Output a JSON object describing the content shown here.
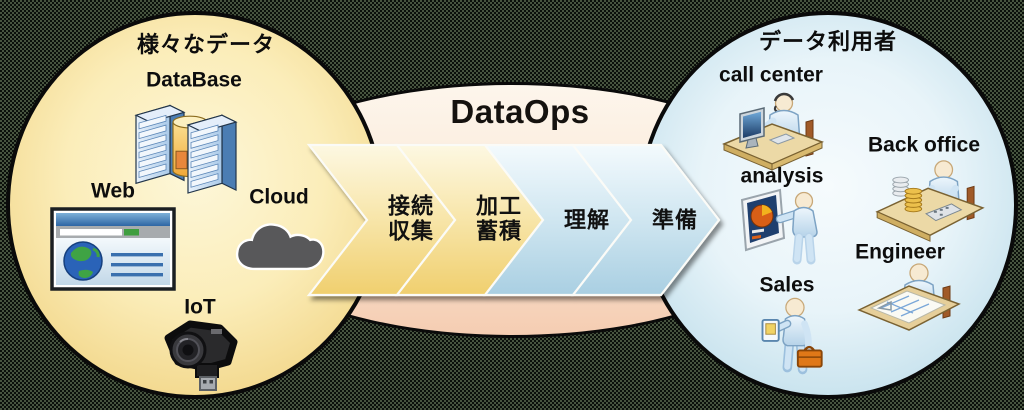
{
  "center": {
    "title": "DataOps"
  },
  "left_circle": {
    "title": "様々なデータ",
    "items": [
      {
        "label": "DataBase",
        "icon": "database-icon"
      },
      {
        "label": "Web",
        "icon": "web-browser-icon"
      },
      {
        "label": "Cloud",
        "icon": "cloud-icon"
      },
      {
        "label": "IoT",
        "icon": "iot-camera-icon"
      }
    ]
  },
  "pipeline": {
    "steps": [
      {
        "label": "接続\n収集",
        "theme": "yellow"
      },
      {
        "label": "加工\n蓄積",
        "theme": "yellow"
      },
      {
        "label": "理解",
        "theme": "blue"
      },
      {
        "label": "準備",
        "theme": "blue"
      }
    ]
  },
  "right_circle": {
    "title": "データ利用者",
    "items": [
      {
        "label": "call center",
        "icon": "call-center-icon"
      },
      {
        "label": "analysis",
        "icon": "analysis-icon"
      },
      {
        "label": "Back office",
        "icon": "back-office-icon"
      },
      {
        "label": "Engineer",
        "icon": "engineer-icon"
      },
      {
        "label": "Sales",
        "icon": "sales-icon"
      }
    ]
  },
  "colors": {
    "left_circle_fill": "#f3d98f",
    "right_circle_fill": "#c3e0ec",
    "center_ellipse_fill": "#f5cdb2",
    "chevron_yellow": "#f0cf6e",
    "chevron_blue": "#a9cfe2",
    "outline": "#0a0a0a",
    "text": "#0d0d0d"
  }
}
